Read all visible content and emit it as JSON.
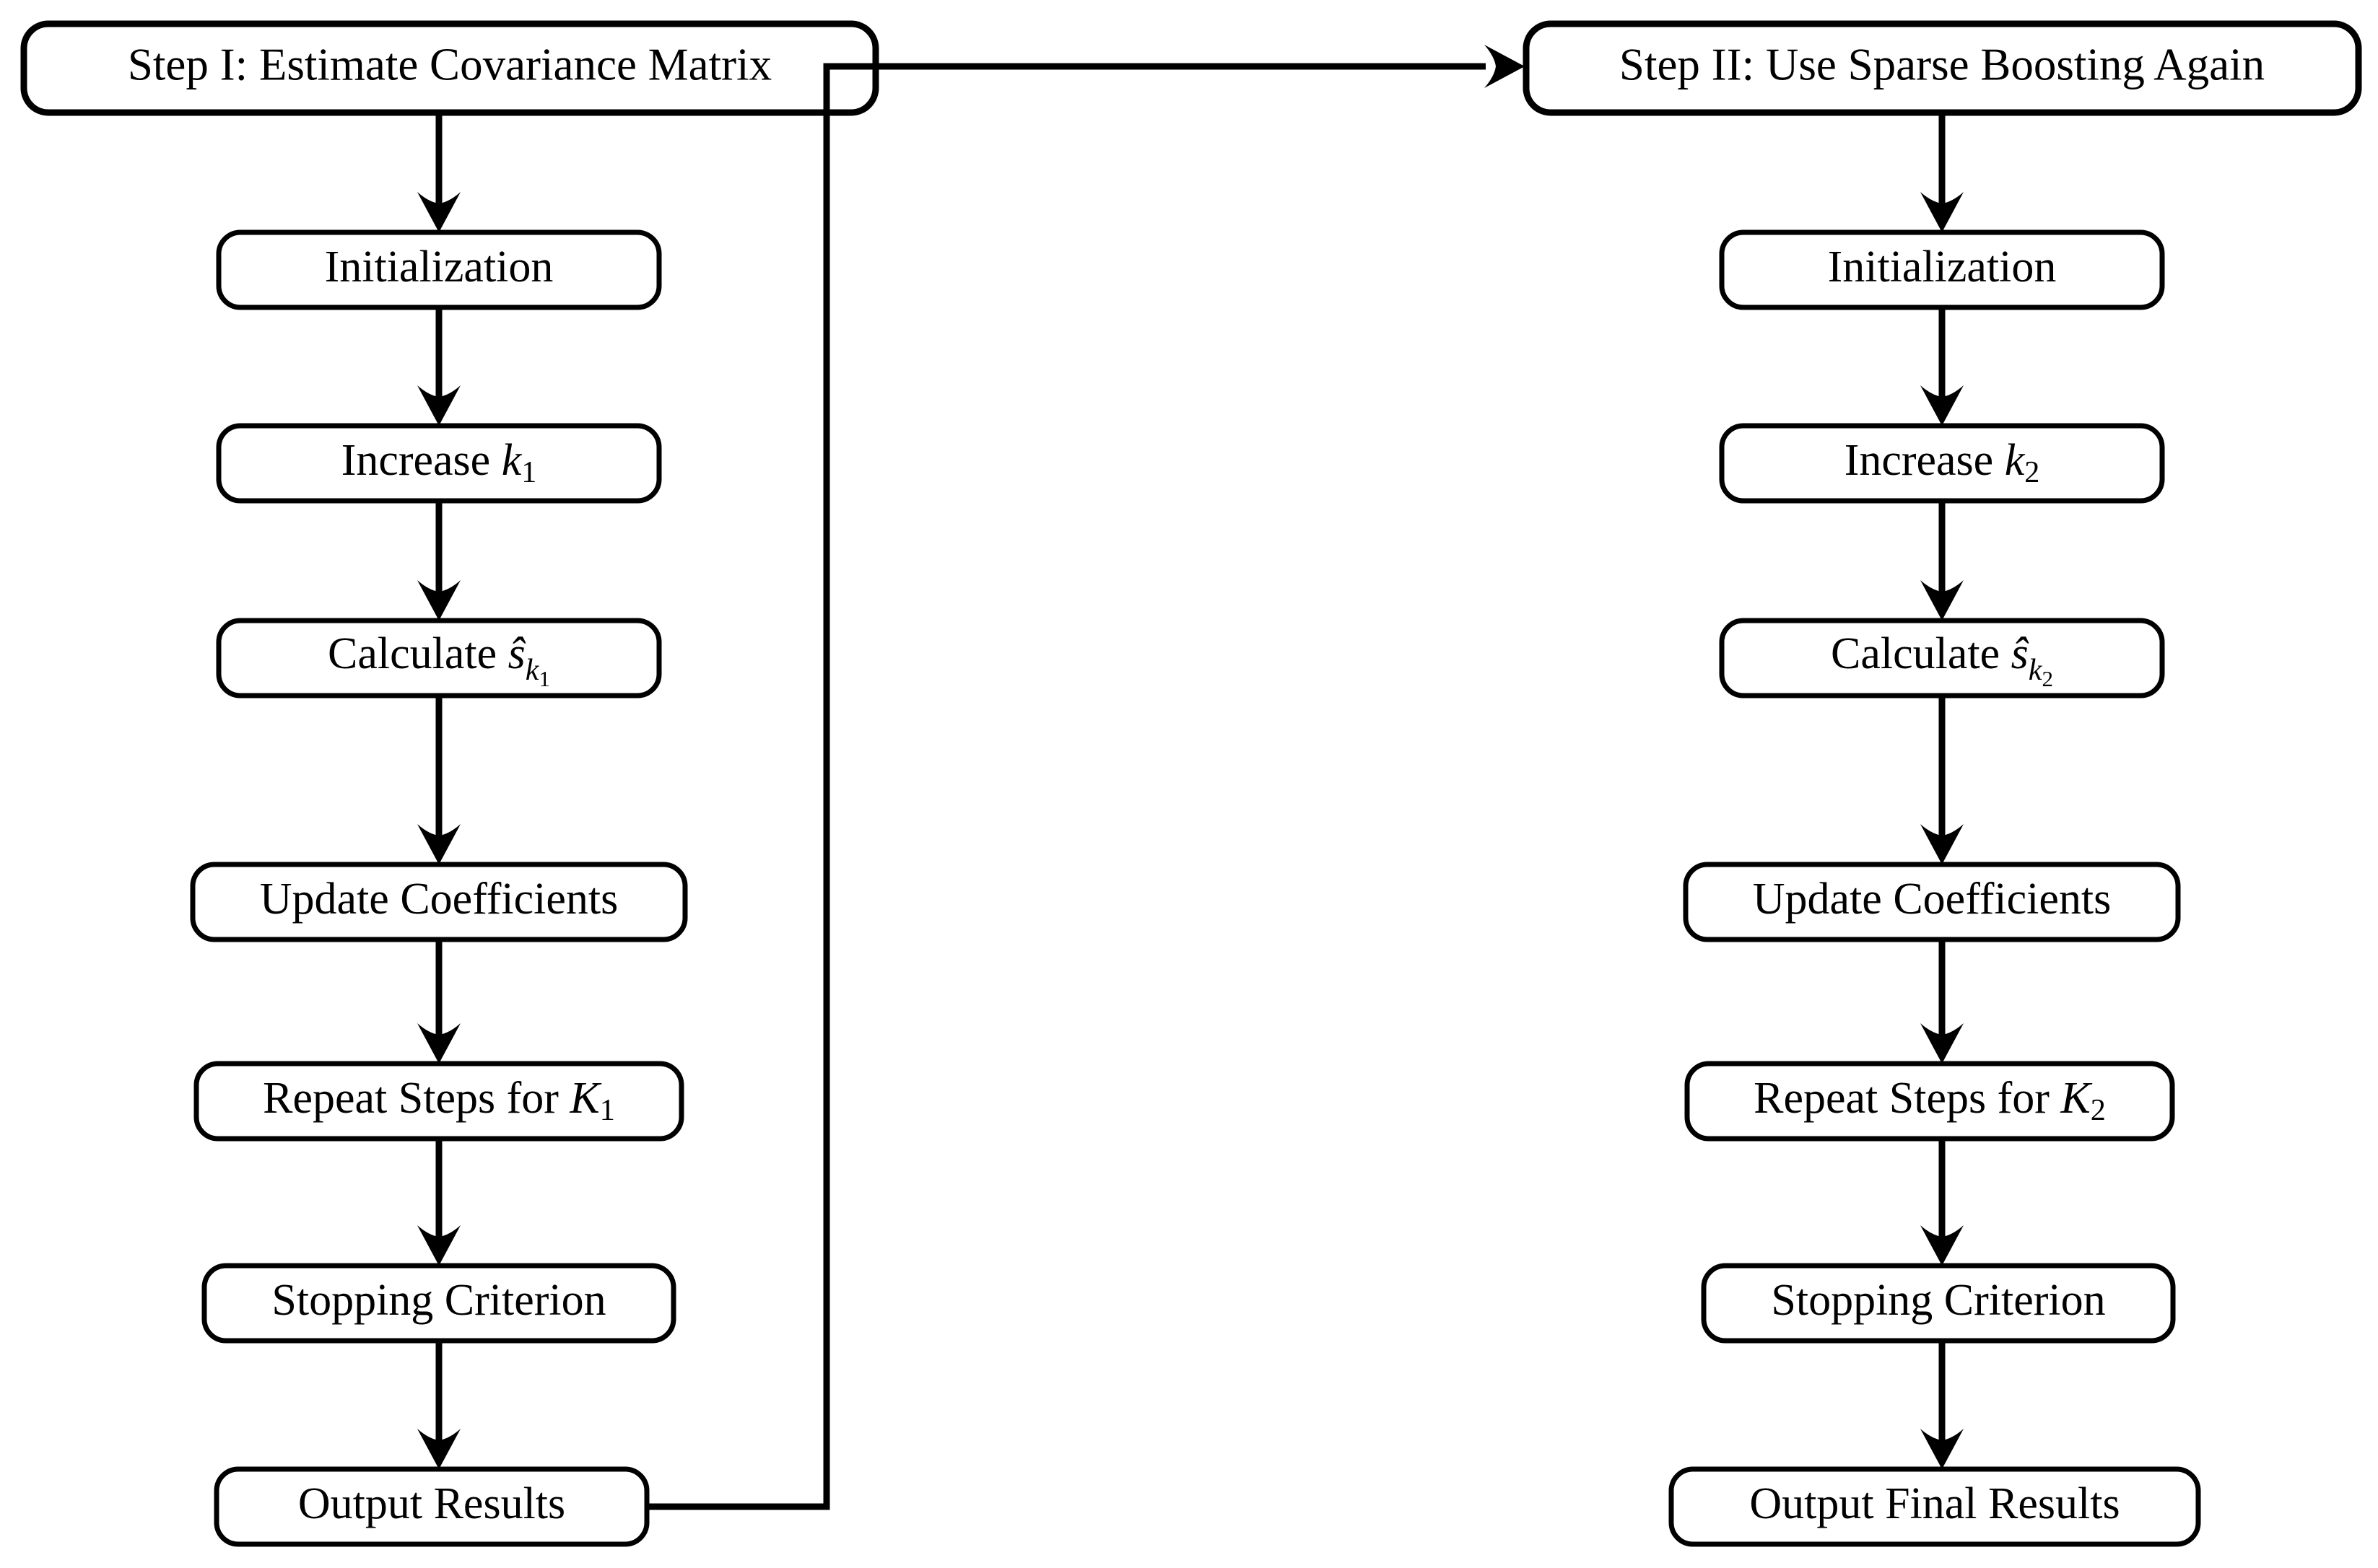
{
  "diagram": {
    "title_left": "Step I: Estimate Covariance Matrix",
    "title_right": "Step II: Use Sparse Boosting Again",
    "columns": [
      {
        "id": "step-1",
        "header": "Step I: Estimate Covariance Matrix",
        "nodes": [
          {
            "id": "initialization-1",
            "label": "Initialization"
          },
          {
            "id": "increase-k1",
            "label": "Increase k₁"
          },
          {
            "id": "calculate-s-k1",
            "label": "Calculate ŝₖ₁"
          },
          {
            "id": "update-coefficients-1",
            "label": "Update Coefficients"
          },
          {
            "id": "repeat-steps-k1",
            "label": "Repeat Steps for K₁"
          },
          {
            "id": "stopping-criterion-1",
            "label": "Stopping Criterion"
          },
          {
            "id": "output-results",
            "label": "Output Results"
          }
        ]
      },
      {
        "id": "step-2",
        "header": "Step II: Use Sparse Boosting Again",
        "nodes": [
          {
            "id": "initialization-2",
            "label": "Initialization"
          },
          {
            "id": "increase-k2",
            "label": "Increase k₂"
          },
          {
            "id": "calculate-s-k2",
            "label": "Calculate ŝₖ₂"
          },
          {
            "id": "update-coefficients-2",
            "label": "Update Coefficients"
          },
          {
            "id": "repeat-steps-k2",
            "label": "Repeat Steps for K₂"
          },
          {
            "id": "stopping-criterion-2",
            "label": "Stopping Criterion"
          },
          {
            "id": "output-final-results",
            "label": "Output Final Results"
          }
        ]
      }
    ],
    "cross_edge": {
      "id": "output-results-to-step-2",
      "from": "output-results",
      "to": "step-2",
      "label": ""
    },
    "colors": {
      "stroke": "#000000",
      "fill": "#ffffff",
      "background": "#ffffff"
    }
  }
}
